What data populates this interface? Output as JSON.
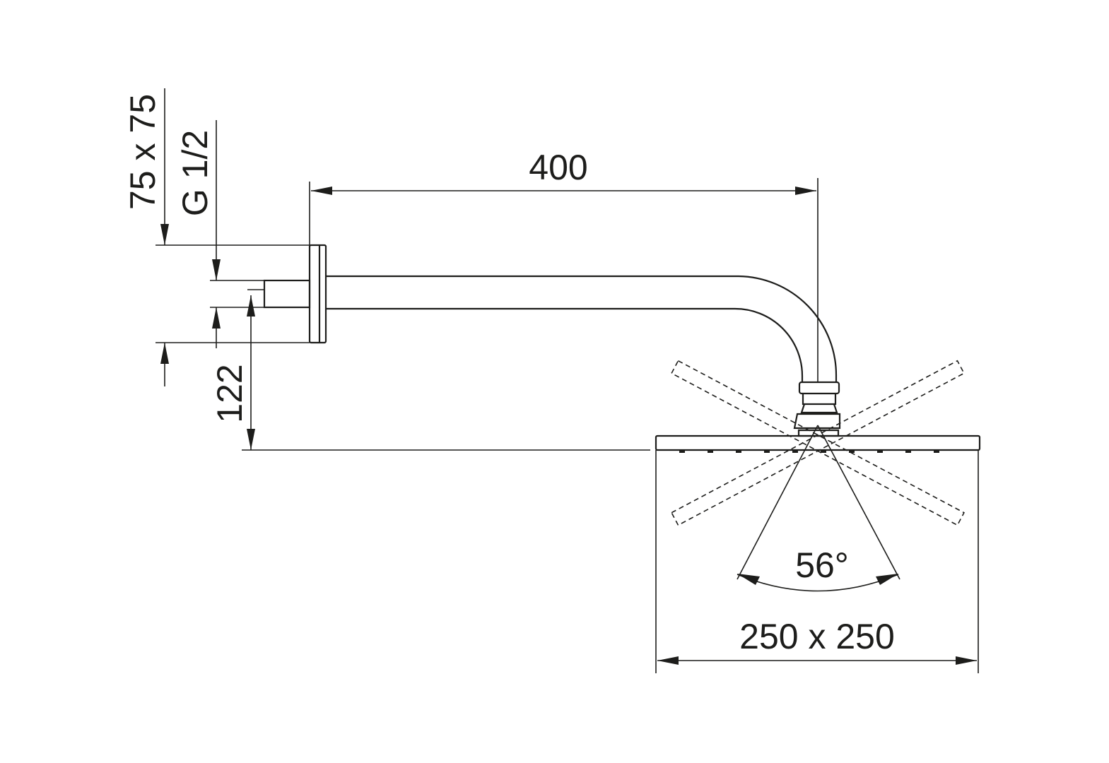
{
  "drawing": {
    "dimensions": {
      "rosette_size": "75 x 75",
      "thread": "G 1/2",
      "arm_projection": "400",
      "height_offset": "122",
      "spray_angle": "56°",
      "head_size": "250 x 250"
    }
  }
}
